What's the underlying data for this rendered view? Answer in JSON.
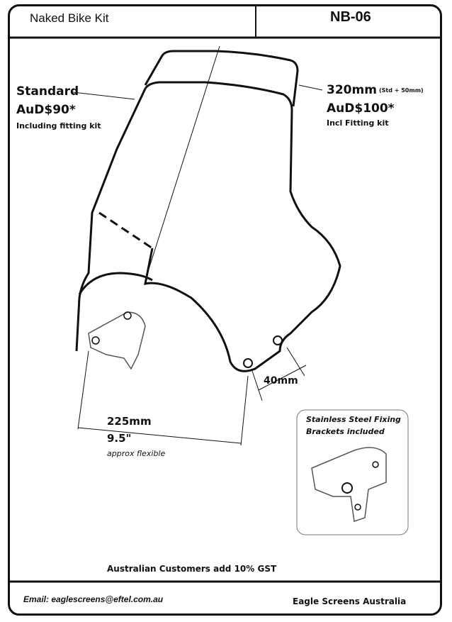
{
  "header": {
    "title": "Naked Bike Kit",
    "code": "NB-06"
  },
  "standard": {
    "label": "Standard",
    "price": "AuD$90*",
    "note": "Including fitting kit"
  },
  "tall": {
    "label": "320mm",
    "label_note": "(Std + 50mm)",
    "price": "AuD$100*",
    "note": "Incl Fitting kit"
  },
  "dimensions": {
    "width_mm": "225mm",
    "width_in": "9.5\"",
    "width_note": "approx flexible",
    "hole_spacing": "40mm"
  },
  "brackets": {
    "label_line1": "Stainless Steel Fixing",
    "label_line2": "Brackets included"
  },
  "gst_note": "Australian Customers add 10% GST",
  "footer": {
    "email": "Email: eaglescreens@eftel.com.au",
    "company": "Eagle Screens Australia"
  }
}
